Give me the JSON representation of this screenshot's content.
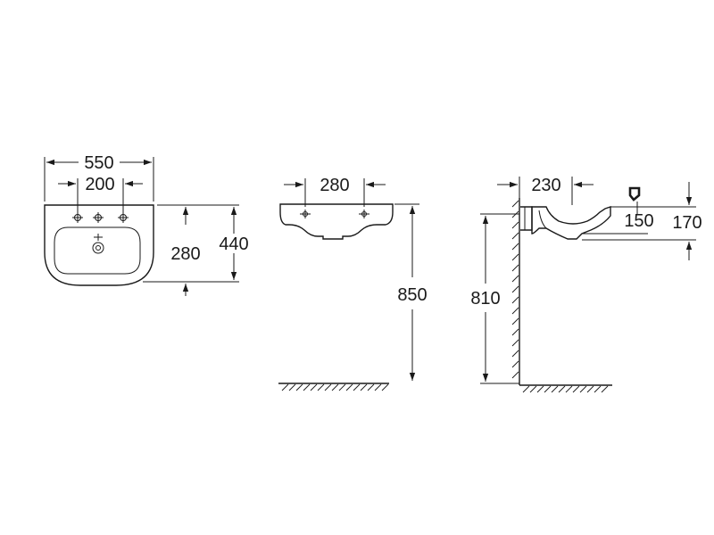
{
  "views": {
    "plan": {
      "overall_width": "550",
      "tap_spacing": "200",
      "bowl_depth": "280",
      "overall_depth": "440"
    },
    "front": {
      "bowl_width": "280",
      "rim_height": "850"
    },
    "side": {
      "projection": "230",
      "height_a": "150",
      "height_b": "170",
      "rim_height": "810"
    }
  },
  "colors": {
    "line": "#1a1a1a",
    "background": "#ffffff"
  }
}
